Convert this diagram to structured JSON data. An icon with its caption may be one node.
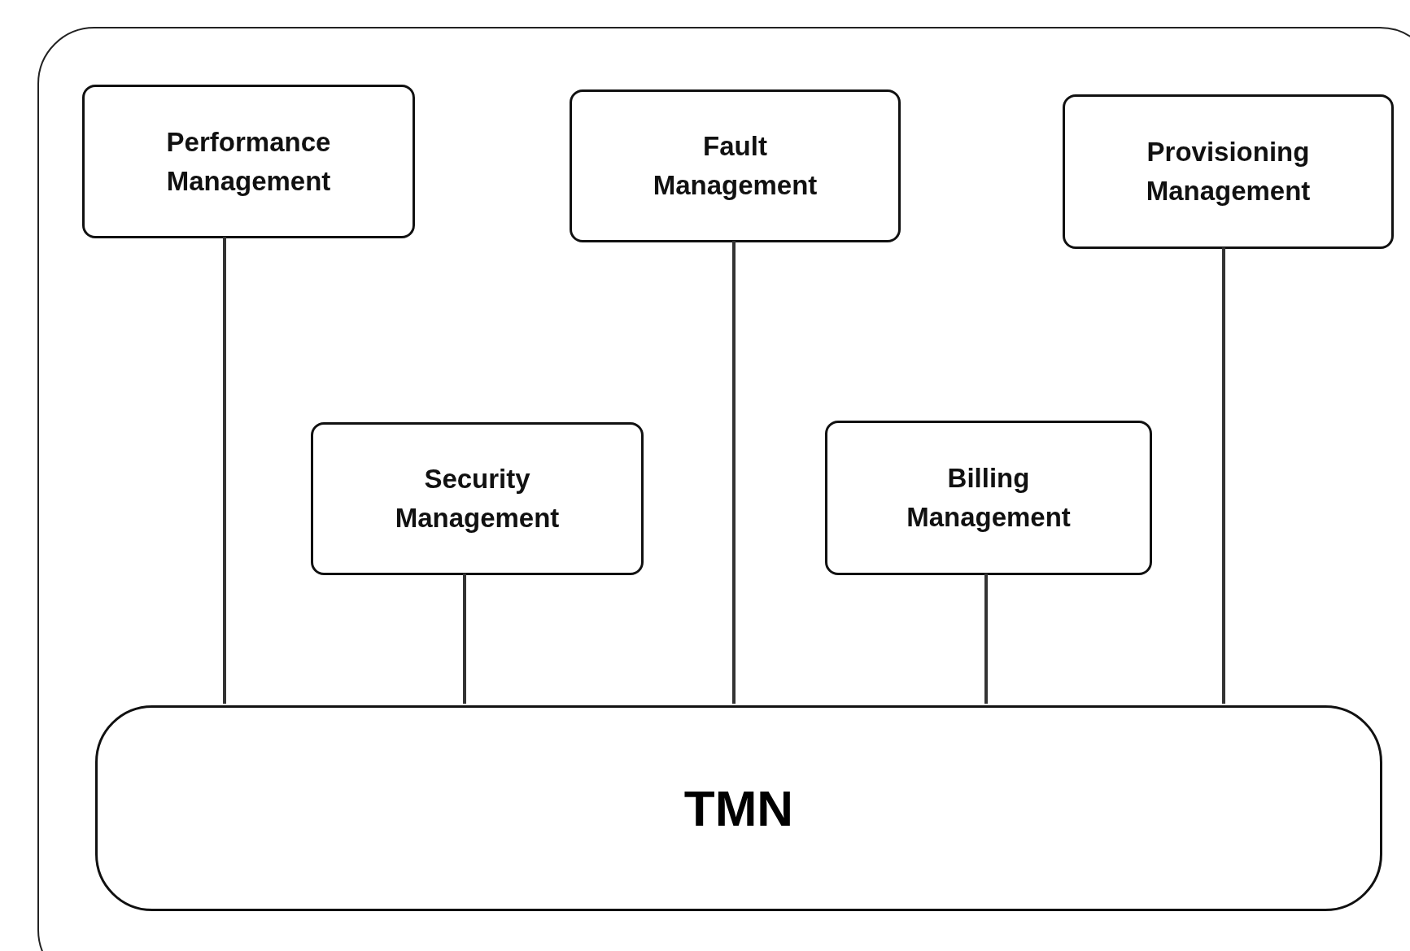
{
  "diagram": {
    "nodes": [
      {
        "text": [],
        "shape": "box"
      },
      {
        "text": [
          "Performance Management"
        ],
        "in": 0
      },
      {
        "text": [
          "Fault Management"
        ],
        "in": 0
      },
      {
        "text": [
          "Provisioning Management"
        ],
        "in": 0
      },
      {
        "text": [
          "Security Management"
        ],
        "in": 0
      },
      {
        "text": [
          "Billing Management"
        ],
        "in": 0
      },
      {
        "text": [
          "TMN"
        ],
        "in": 0
      }
    ],
    "edges": [
      {
        "from": 1,
        "to": 6,
        "arrow": "none"
      },
      {
        "from": 4,
        "to": 6,
        "arrow": "none"
      },
      {
        "from": 2,
        "to": 6,
        "arrow": "none"
      },
      {
        "from": 5,
        "to": 6,
        "arrow": "none"
      },
      {
        "from": 3,
        "to": 6,
        "arrow": "none"
      }
    ]
  }
}
